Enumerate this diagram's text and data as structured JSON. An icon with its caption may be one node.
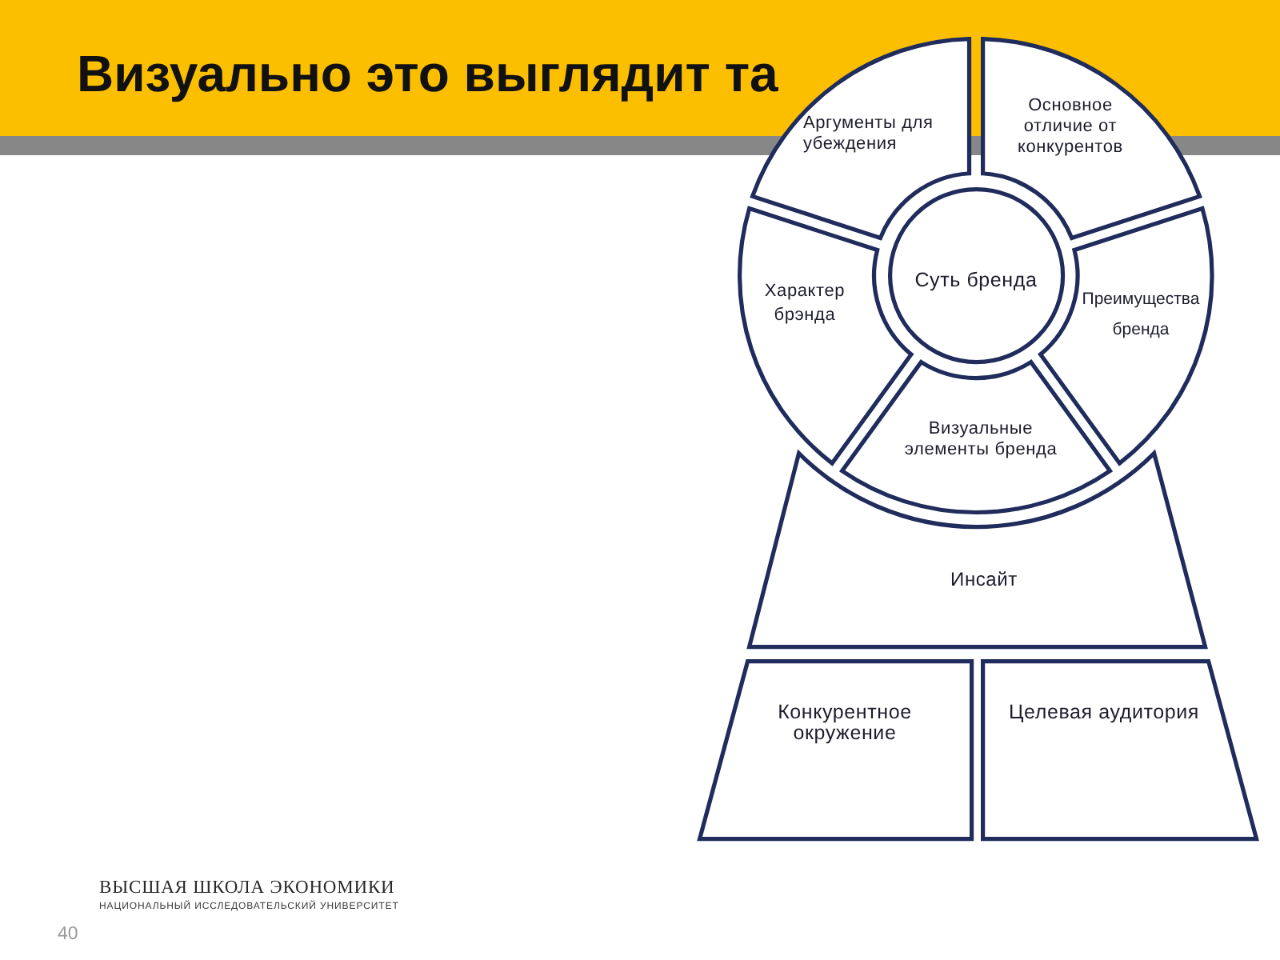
{
  "diagram": {
    "title": "Визуально это выглядит та",
    "nodes": [
      {
        "text": [
          "Аргументы для убеждения"
        ]
      },
      {
        "text": [
          "Основное отличие от конкурентов"
        ]
      },
      {
        "text": [
          "Характер брэнда"
        ]
      },
      {
        "text": [
          "Суть бренда"
        ]
      },
      {
        "text": [
          "Преимущества бренда"
        ]
      },
      {
        "text": [
          "Визуальные элементы бренда"
        ]
      },
      {
        "text": [
          "Инсайт"
        ]
      },
      {
        "text": [
          "Конкурентное окружение"
        ]
      },
      {
        "text": [
          "Целевая аудитория"
        ]
      }
    ],
    "labels": [
      "ВЫСШАЯ ШКОЛА ЭКОНОМИКИ",
      "НАЦИОНАЛЬНЫЙ ИССЛЕДОВАТЕЛЬСКИЙ УНИВЕРСИТЕТ",
      "40"
    ]
  }
}
